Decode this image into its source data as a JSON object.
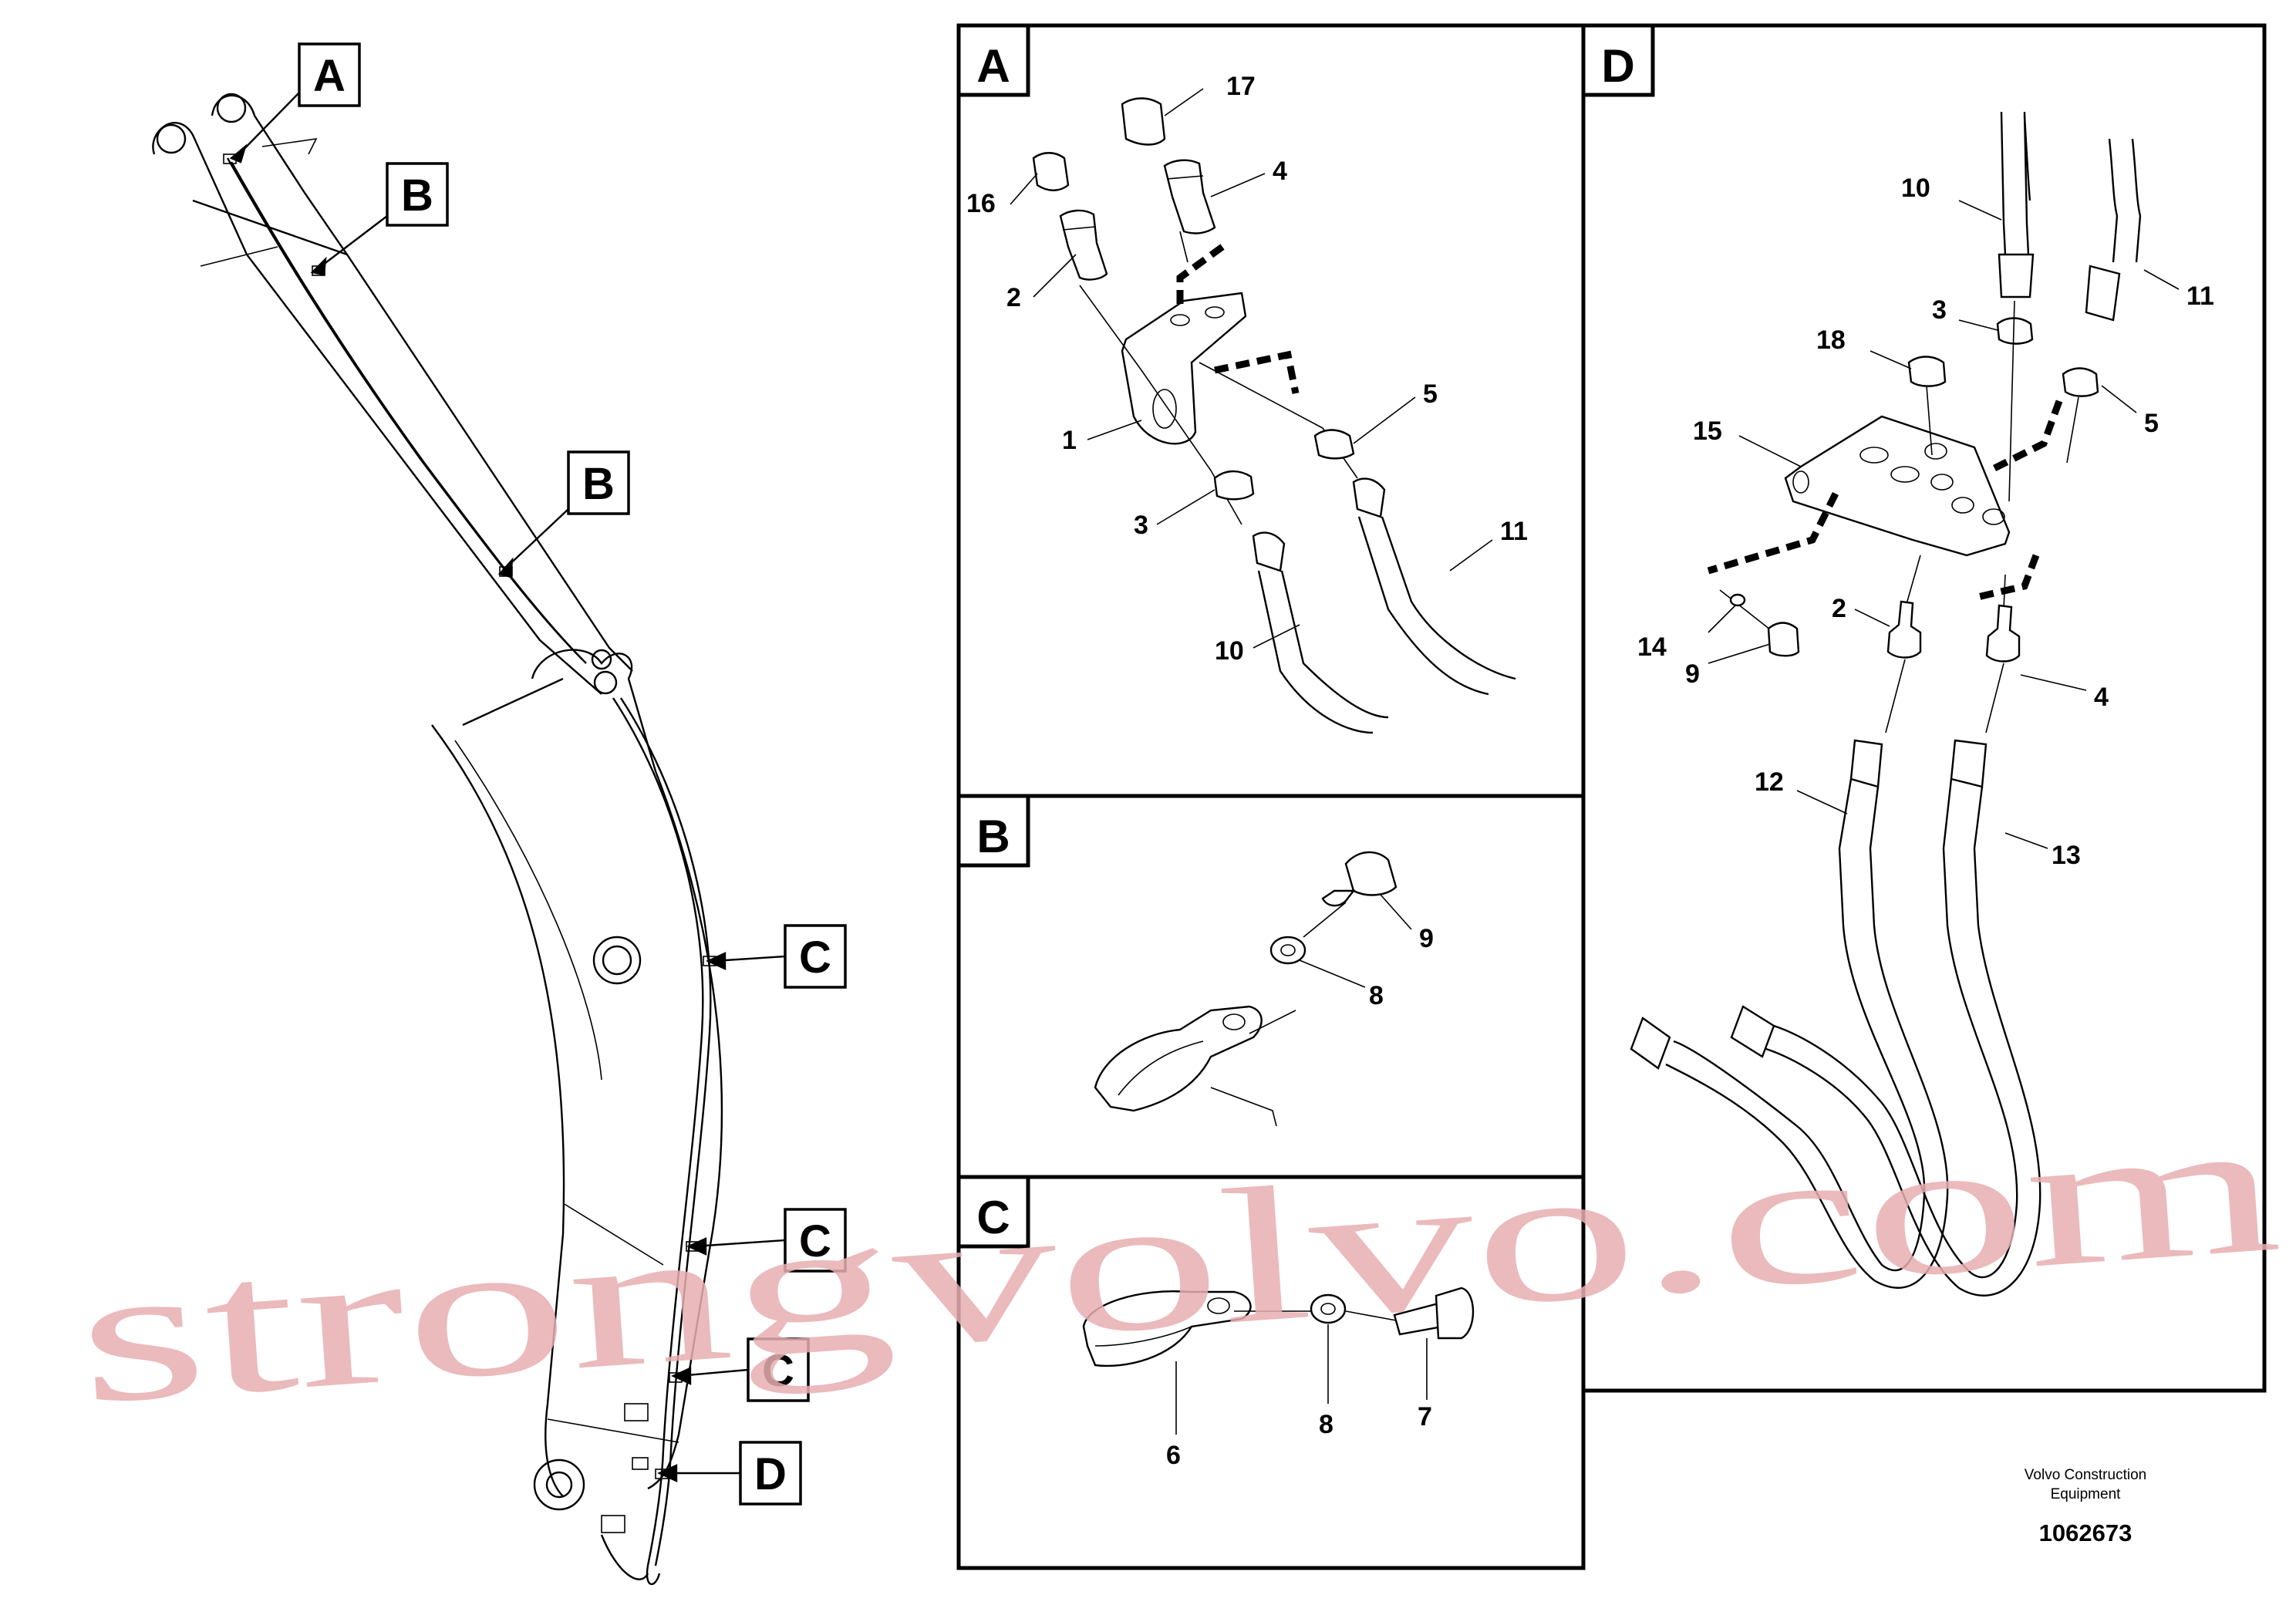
{
  "watermark": "strongvolvo.com",
  "credit": {
    "line1": "Volvo Construction",
    "line2": "Equipment"
  },
  "doc_number": "1062673",
  "panels": {
    "A": {
      "tag": "A",
      "labels": [
        "17",
        "16",
        "4",
        "2",
        "5",
        "1",
        "3",
        "11",
        "10"
      ]
    },
    "B": {
      "tag": "B",
      "labels": [
        "9",
        "8"
      ]
    },
    "C": {
      "tag": "C",
      "labels": [
        "6",
        "8",
        "7"
      ]
    },
    "D": {
      "tag": "D",
      "labels": [
        "10",
        "11",
        "3",
        "18",
        "5",
        "15",
        "2",
        "14",
        "9",
        "4",
        "12",
        "13"
      ]
    }
  },
  "callouts": [
    "A",
    "B",
    "B",
    "C",
    "C",
    "C",
    "D"
  ],
  "icons": {
    "callout_leader": "arrow-icon",
    "hose_break": "dashed-break-icon"
  }
}
